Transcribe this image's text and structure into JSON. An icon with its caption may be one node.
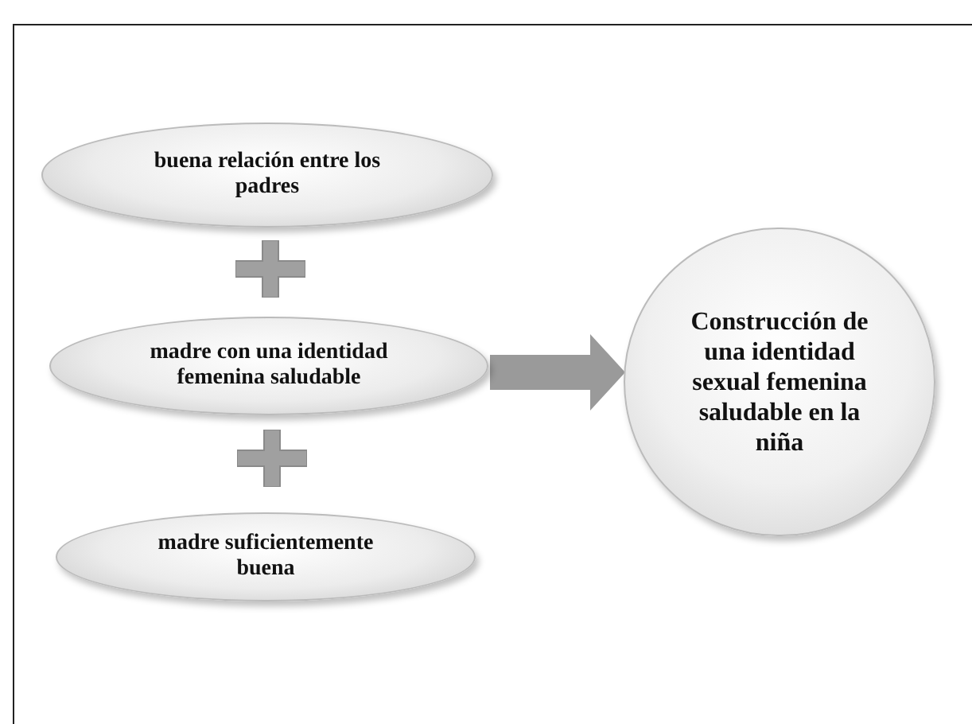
{
  "diagram": {
    "nodes": [
      {
        "text": [
          "buena relación entre los padres"
        ]
      },
      {
        "text": [
          "madre con una identidad femenina saludable"
        ]
      },
      {
        "text": [
          "madre suficientemente buena"
        ]
      },
      {
        "text": [
          "Construcción de una identidad sexual femenina saludable en la niña"
        ]
      }
    ],
    "edges": [
      {
        "from": 1,
        "to": 3,
        "arrow": "to"
      }
    ]
  }
}
